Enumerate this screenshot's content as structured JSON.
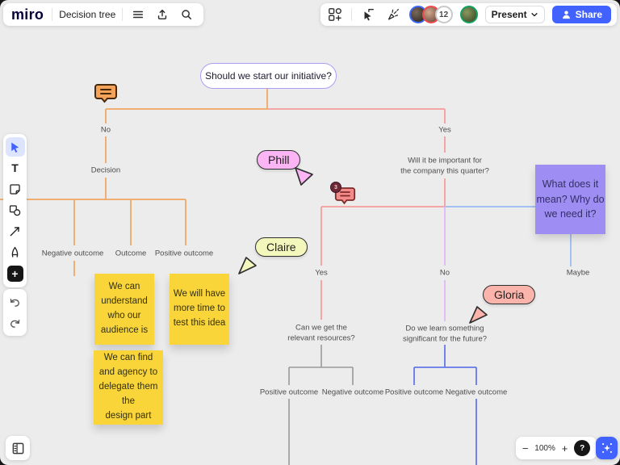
{
  "header": {
    "logo": "miro",
    "board_title": "Decision tree",
    "present_label": "Present",
    "share_label": "Share",
    "collaborator_count": "12"
  },
  "toolbar": {
    "text_tool_glyph": "T",
    "add_glyph": "+"
  },
  "tree": {
    "root_question": "Should we start our initiative?",
    "no_1": "No",
    "decision": "Decision",
    "neg_outcome_1": "Negative outcome",
    "outcome_1": "Outcome",
    "pos_outcome_1": "Positive outcome",
    "yes_1": "Yes",
    "q_quarter": "Will it be important for\nthe company this quarter?",
    "yes_2": "Yes",
    "no_2": "No",
    "maybe": "Maybe",
    "q_resources": "Can we get the\nrelevant resources?",
    "q_future": "Do we learn something\nsignificant for the future?",
    "pos_outcome_2": "Positive outcome",
    "neg_outcome_2": "Negative outcome",
    "pos_outcome_3": "Positive outcome",
    "neg_outcome_3": "Negative outcome"
  },
  "note": {
    "text": "What does it\nmean? Why do\nwe need it?",
    "color": "#9e8df2"
  },
  "stickies": [
    {
      "text": "We can\nunderstand\nwho our\naudience is",
      "color": "#f9d53a"
    },
    {
      "text": "We will have\nmore time to\ntest this idea",
      "color": "#f9d53a"
    },
    {
      "text": "We can find\nand agency to\ndelegate them\nthe\ndesign part",
      "color": "#f9d53a"
    }
  ],
  "cursors": [
    {
      "name": "Phill",
      "color": "#fbb5f4"
    },
    {
      "name": "Claire",
      "color": "#f3f7bb"
    },
    {
      "name": "Gloria",
      "color": "#fbb4ab"
    }
  ],
  "comments": {
    "badge_count": "3"
  },
  "zoom_controls": {
    "minus": "−",
    "level": "100%",
    "plus": "+",
    "help": "?"
  },
  "colors": {
    "accent": "#4262ff",
    "canvas": "#ececec",
    "branch_orange": "#f0ae72",
    "branch_pink": "#f4a6a6",
    "branch_violet": "#e3bdf2",
    "branch_lightblue": "#a3c2f0",
    "branch_blue": "#6478ea",
    "branch_gray": "#9a9a9a"
  }
}
